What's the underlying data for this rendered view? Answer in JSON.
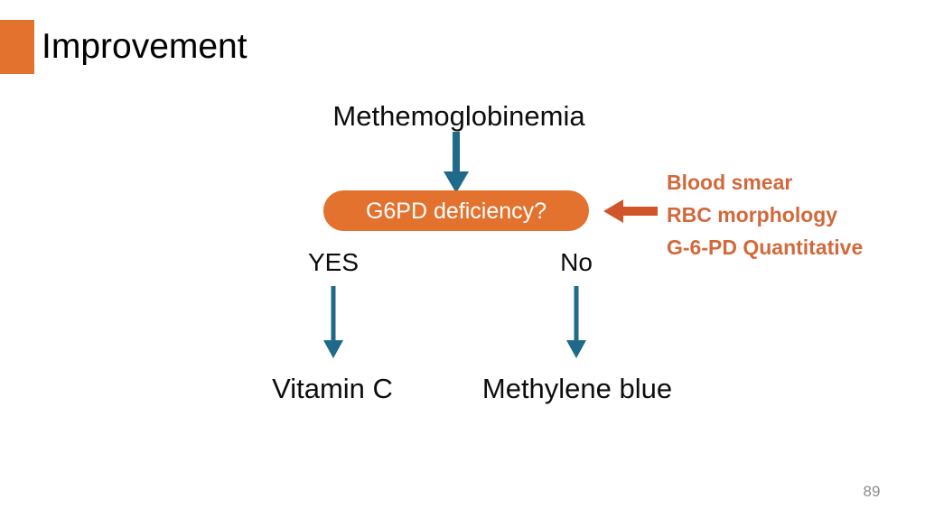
{
  "slide": {
    "title": "Improvement",
    "page_number": "89",
    "accent_color": "#E3722F",
    "arrow_color": "#1F6A8A",
    "test_text_color": "#D2693C",
    "background_color": "#FFFFFF"
  },
  "flow": {
    "start_node": "Methemoglobinemia",
    "decision": {
      "label": "G6PD deficiency?",
      "fill_color": "#E3722F",
      "text_color": "#FFFFFF"
    },
    "branches": [
      {
        "label": "YES",
        "outcome": "Vitamin C"
      },
      {
        "label": "No",
        "outcome": "Methylene blue"
      }
    ],
    "arrows": {
      "main_down": "arrow-down-icon",
      "yes_down": "arrow-down-icon",
      "no_down": "arrow-down-icon",
      "tests_left": "arrow-left-icon"
    }
  },
  "tests": {
    "items": [
      "Blood smear",
      "RBC morphology",
      "G-6-PD Quantitative"
    ]
  }
}
